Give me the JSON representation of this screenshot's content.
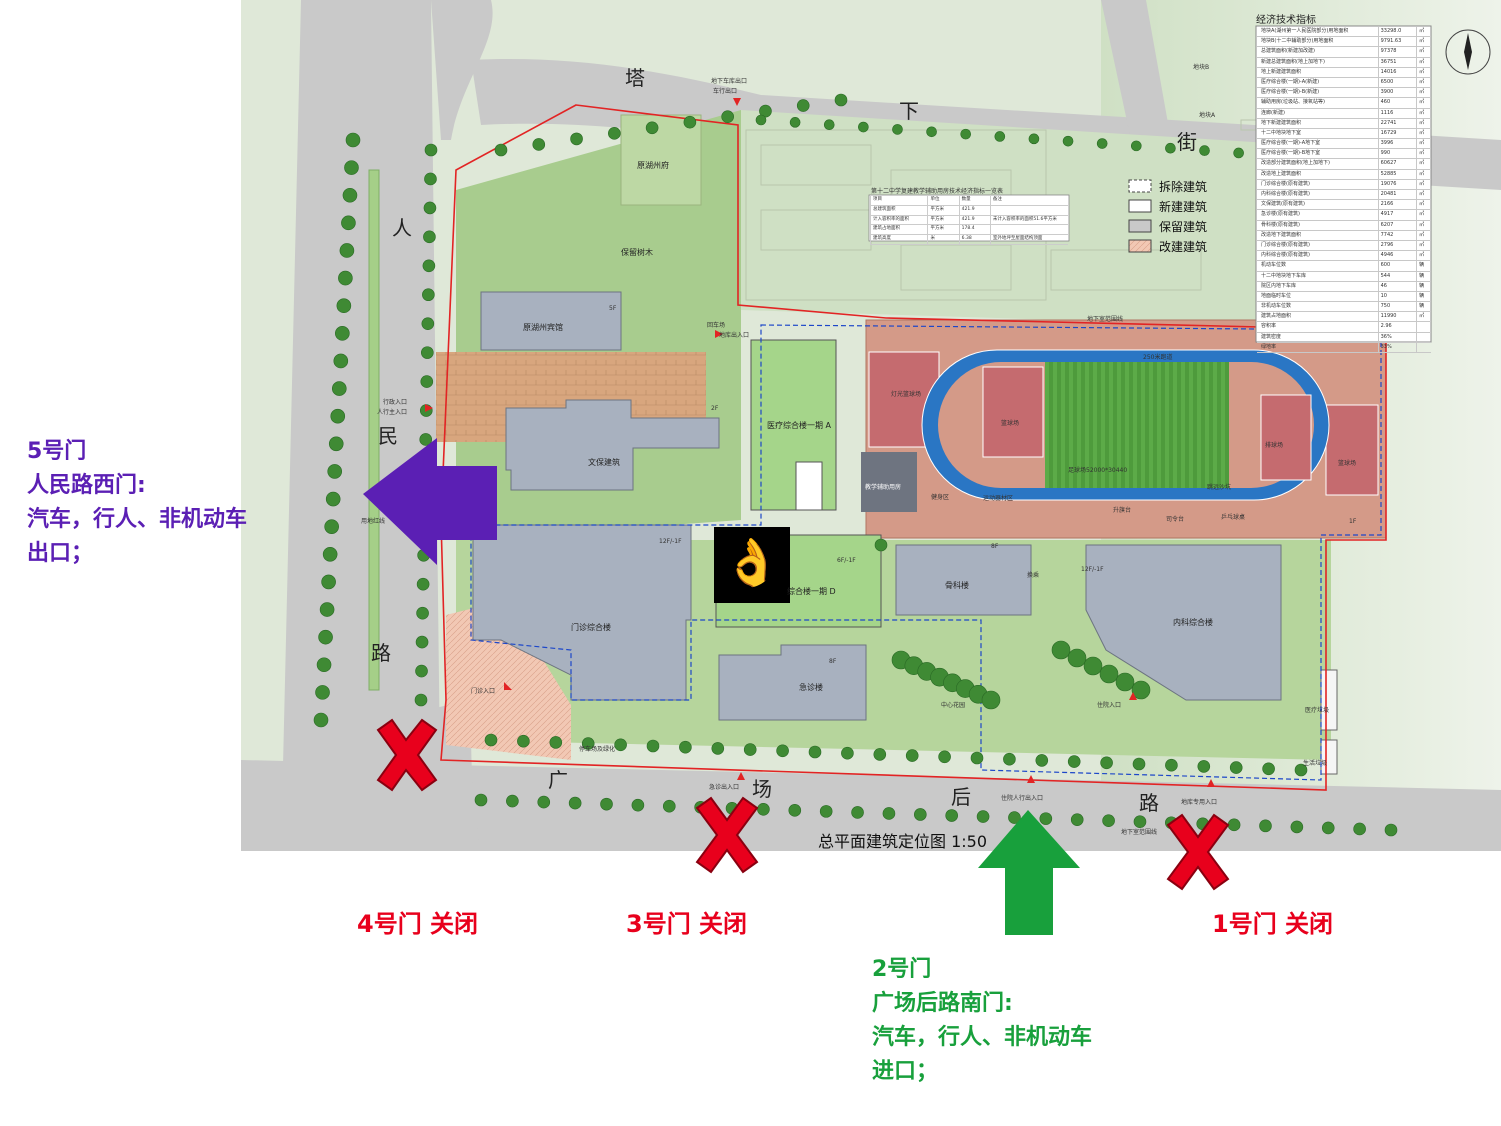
{
  "map": {
    "title": "总平面建筑定位图 1:50",
    "roads": {
      "ta": "塔",
      "xia": "下",
      "jie": "街",
      "ren": "人",
      "min": "民",
      "lu_west": "路",
      "guang": "广",
      "chang": "场",
      "hou": "后",
      "lu_south": "路"
    },
    "buildings": [
      {
        "id": "yuanhuzhou-guesthouse",
        "label": "原湖州宾馆",
        "floors": "5F"
      },
      {
        "id": "wenbao",
        "label": "文保建筑",
        "floors": "2F"
      },
      {
        "id": "medical-phase1",
        "label": "医疗综合楼一期 A"
      },
      {
        "id": "outpatient",
        "label": "门诊综合楼",
        "floors": "12F/-1F"
      },
      {
        "id": "phase-d",
        "label": "综合楼一期 D",
        "floors": "6F/-1F"
      },
      {
        "id": "orthopedics",
        "label": "骨科楼",
        "floors": "8F"
      },
      {
        "id": "internal-medicine",
        "label": "内科综合楼",
        "floors": "12F/-1F"
      },
      {
        "id": "emergency",
        "label": "急诊楼",
        "floors": "8F"
      },
      {
        "id": "yuanhuzhou-fu",
        "label": "原湖州府"
      },
      {
        "id": "baoliu-shumu",
        "label": "保留树木"
      },
      {
        "id": "medical-garbage",
        "label": "医疗垃圾"
      },
      {
        "id": "living-garbage",
        "label": "生活垃圾"
      },
      {
        "id": "teaching-building",
        "label": "教学辅助用房"
      }
    ],
    "sports": {
      "track": "250米跑道",
      "football": "足球场52000*30440",
      "basketball_lit": "灯光篮球场",
      "basketball_mid": "篮球场",
      "basketball_east": "篮球场",
      "volleyball": "排球场",
      "jump_pit": "跳远沙坑",
      "equipment": "运动器材区",
      "flag": "升旗台",
      "review_stand": "司令台",
      "table_tennis": "乒乓球桌",
      "fitness": "健身区",
      "one_f": "1F"
    },
    "labels": {
      "underground_exit": "地下车库出口",
      "vehicle_exit": "车行出口",
      "admin_entrance": "行政入口",
      "pedestrian_main": "人行主入口",
      "outpatient_entrance": "门诊入口",
      "emergency_entrance": "急诊出入口",
      "inpatient_pedestrian": "住院人行出入口",
      "garage_entrance": "地库专用入口",
      "inpatient_entrance": "住院入口",
      "underground_boundary": "地下室范围线",
      "underground_boundary2": "地下室范围线",
      "land_boundary": "用地红线",
      "center_garden": "中心花园",
      "return_field": "回车场",
      "garage_entrance2": "地库出入口",
      "school_table_title": "第十二中学复建教学辅助用房技术经济指标一览表",
      "parcel_b": "地块B",
      "parcel_a": "地块A",
      "handover": "换乘",
      "plaza_garden": "停车场及绿化"
    },
    "legend": [
      {
        "label": "拆除建筑"
      },
      {
        "label": "新建建筑"
      },
      {
        "label": "保留建筑"
      },
      {
        "label": "改建建筑"
      }
    ],
    "econ_table": {
      "title": "经济技术指标",
      "rows": [
        {
          "item": "地块A(湖州第一人民医院部分)用地面积",
          "value": "33298.0",
          "unit": "㎡"
        },
        {
          "item": "地块B(十二中辅助部分)用地面积",
          "value": "9791.63",
          "unit": "㎡"
        },
        {
          "item": "总建筑面积(新建加改建)",
          "value": "97378",
          "unit": "㎡"
        },
        {
          "item": "新建总建筑面积(地上加地下)",
          "value": "36751",
          "unit": "㎡"
        },
        {
          "item": "地上新建建筑面积",
          "value": "14016",
          "unit": "㎡"
        },
        {
          "item": "医疗综合楼(一期)-A(新建)",
          "value": "6500",
          "unit": "㎡"
        },
        {
          "item": "医疗综合楼(一期)-B(新建)",
          "value": "3900",
          "unit": "㎡"
        },
        {
          "item": "辅助用房(垃圾站、接氧站等)",
          "value": "460",
          "unit": "㎡"
        },
        {
          "item": "连廊(新建)",
          "value": "1116",
          "unit": "㎡"
        },
        {
          "item": "地下新建建筑面积",
          "value": "22741",
          "unit": "㎡"
        },
        {
          "item": "十二中地块地下室",
          "value": "16729",
          "unit": "㎡"
        },
        {
          "item": "医疗综合楼(一期)-A地下室",
          "value": "3996",
          "unit": "㎡"
        },
        {
          "item": "医疗综合楼(一期)-B地下室",
          "value": "990",
          "unit": "㎡"
        },
        {
          "item": "改造部分建筑面积(地上加地下)",
          "value": "60627",
          "unit": "㎡"
        },
        {
          "item": "改造地上建筑面积",
          "value": "52885",
          "unit": "㎡"
        },
        {
          "item": "门诊综合楼(原有建筑)",
          "value": "19076",
          "unit": "㎡"
        },
        {
          "item": "内科综合楼(原有建筑)",
          "value": "20481",
          "unit": "㎡"
        },
        {
          "item": "文保建筑(原有建筑)",
          "value": "2166",
          "unit": "㎡"
        },
        {
          "item": "急诊楼(原有建筑)",
          "value": "4917",
          "unit": "㎡"
        },
        {
          "item": "骨科楼(原有建筑)",
          "value": "6207",
          "unit": "㎡"
        },
        {
          "item": "改造地下建筑面积",
          "value": "7742",
          "unit": "㎡"
        },
        {
          "item": "门诊综合楼(原有建筑)",
          "value": "2796",
          "unit": "㎡"
        },
        {
          "item": "内科综合楼(原有建筑)",
          "value": "4946",
          "unit": "㎡"
        },
        {
          "item": "机动车位数",
          "value": "600",
          "unit": "辆"
        },
        {
          "item": "十二中地块地下车库",
          "value": "544",
          "unit": "辆"
        },
        {
          "item": "院区内地下车库",
          "value": "46",
          "unit": "辆"
        },
        {
          "item": "地面临时车位",
          "value": "10",
          "unit": "辆"
        },
        {
          "item": "非机动车位数",
          "value": "750",
          "unit": "辆"
        },
        {
          "item": "建筑占地面积",
          "value": "11990",
          "unit": "㎡"
        },
        {
          "item": "容积率",
          "value": "2.96",
          "unit": ""
        },
        {
          "item": "建筑密度",
          "value": "36%",
          "unit": ""
        },
        {
          "item": "绿地率",
          "value": "33%",
          "unit": ""
        }
      ]
    },
    "school_table": {
      "rows": [
        {
          "item": "项目",
          "unit": "单位",
          "value": "数量",
          "note": "备注"
        },
        {
          "item": "总建筑面积",
          "unit": "平方米",
          "value": "421.9",
          "note": ""
        },
        {
          "item": "计入容积率的面积",
          "unit": "平方米",
          "value": "421.9",
          "note": "未计入容积率的面积51.6平方米"
        },
        {
          "item": "建筑占地面积",
          "unit": "平方米",
          "value": "178.4",
          "note": ""
        },
        {
          "item": "建筑高度",
          "unit": "米",
          "value": "6.38",
          "note": "室外地坪至屋面结构顶面"
        }
      ]
    }
  },
  "gates": {
    "gate5": {
      "title": "5号门",
      "name": "人民路西门:",
      "use": "汽车，行人、非机动车",
      "dir": "出口；"
    },
    "gate4": "4号门  关闭",
    "gate3": "3号门  关闭",
    "gate1": "1号门  关闭",
    "gate2": {
      "title": "2号门",
      "name": "广场后路南门:",
      "use": "汽车，行人、非机动车",
      "dir": "进口；"
    }
  },
  "colors": {
    "closed_red": "#e8001c",
    "exit_purple": "#5b1fb4",
    "entry_green": "#18a03c",
    "text_purple": "#5b1fb4",
    "text_green": "#18a03c"
  }
}
